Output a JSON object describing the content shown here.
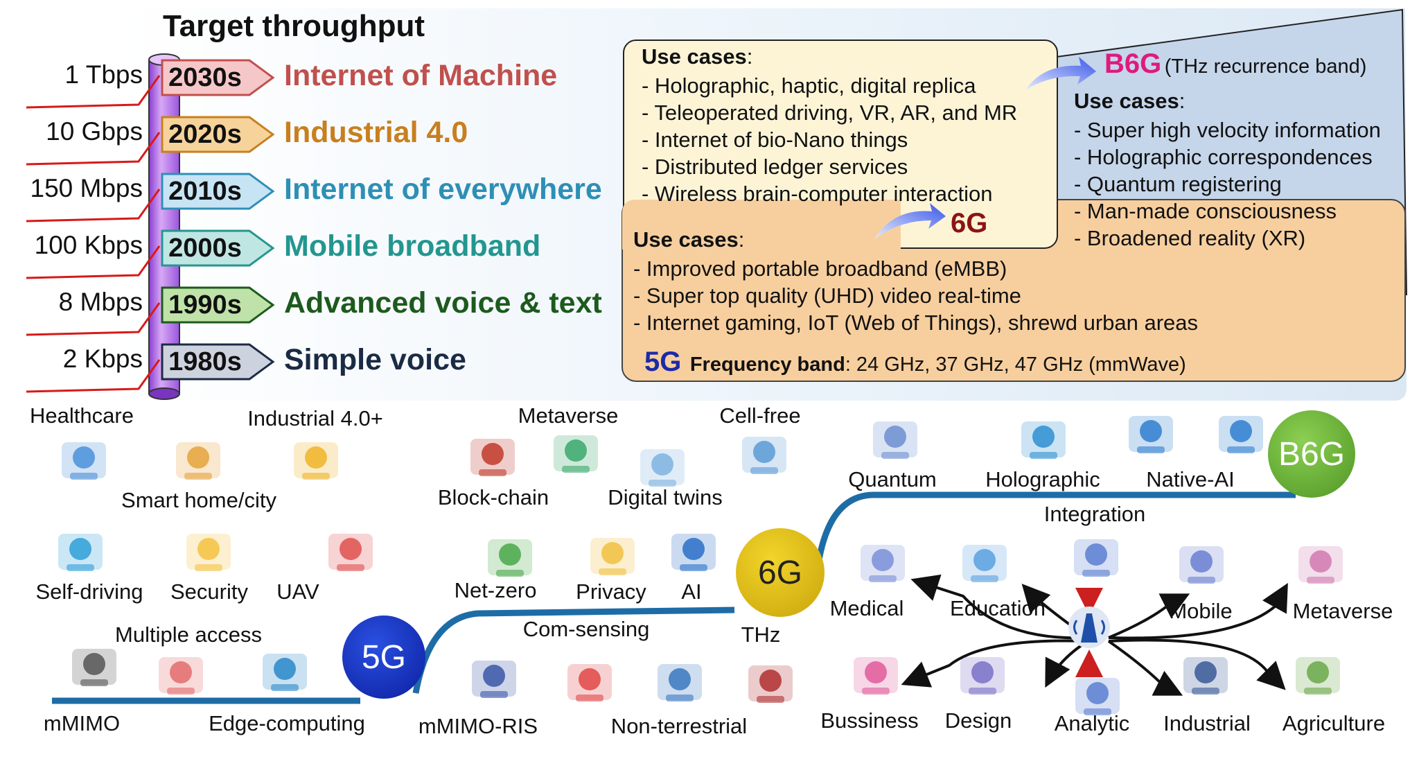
{
  "title": "Target throughput",
  "timeline": [
    {
      "throughput": "1 Tbps",
      "decade": "2030s",
      "era": "Internet of Machine",
      "color": "#c0504d"
    },
    {
      "throughput": "10 Gbps",
      "decade": "2020s",
      "era": "Industrial 4.0",
      "color": "#c87f1f"
    },
    {
      "throughput": "150 Mbps",
      "decade": "2010s",
      "era": "Internet of everywhere",
      "color": "#2e8fb5"
    },
    {
      "throughput": "100 Kbps",
      "decade": "2000s",
      "era": "Mobile broadband",
      "color": "#23968f"
    },
    {
      "throughput": "8 Mbps",
      "decade": "1990s",
      "era": "Advanced voice & text",
      "color": "#1d5a1d"
    },
    {
      "throughput": "2 Kbps",
      "decade": "1980s",
      "era": "Simple voice",
      "color": "#1b2b44"
    }
  ],
  "six_g_box": {
    "heading": "Use cases",
    "heading_suffix": ":",
    "items": [
      "- Holographic, haptic, digital replica",
      "- Teleoperated driving, VR, AR, and MR",
      "- Internet of bio-Nano things",
      "- Distributed ledger services",
      "- Wireless brain-computer interaction"
    ],
    "tag": "6G"
  },
  "five_g_box": {
    "heading": "Use cases",
    "heading_suffix": ":",
    "items": [
      "- Improved portable broadband (eMBB)",
      "- Super top quality (UHD) video real-time",
      "- Internet gaming, IoT (Web of Things), shrewd urban areas"
    ],
    "tag": "5G",
    "band_label": "Frequency band",
    "band_value": ": 24 GHz, 37 GHz, 47 GHz (mmWave)"
  },
  "b6g_box": {
    "tag": "B6G",
    "tag_suffix": "(THz recurrence band)",
    "heading": "Use cases",
    "heading_suffix": ":",
    "items": [
      "- Super high velocity information",
      "- Holographic correspondences",
      "- Quantum registering",
      "- Man-made consciousness",
      "- Broadened reality (XR)"
    ]
  },
  "nodes": {
    "five_g": "5G",
    "six_g": "6G",
    "b6g": "B6G"
  },
  "icons_5g": {
    "healthcare": "Healthcare",
    "smart_home": "Smart home/city",
    "industrial": "Industrial 4.0+",
    "self_driving": "Self-driving",
    "security": "Security",
    "uav": "UAV",
    "multiple_access": "Multiple access",
    "mmimo": "mMIMO",
    "edge_computing": "Edge-computing"
  },
  "icons_6g": {
    "metaverse": "Metaverse",
    "cell_free": "Cell-free",
    "block_chain": "Block-chain",
    "digital_twins": "Digital twins",
    "net_zero": "Net-zero",
    "privacy": "Privacy",
    "ai": "AI",
    "com_sensing": "Com-sensing",
    "thz": "THz",
    "mmimo_ris": "mMIMO-RIS",
    "non_terrestrial": "Non-terrestrial"
  },
  "icons_b6g": {
    "quantum": "Quantum",
    "holographic": "Holographic",
    "native_ai": "Native-AI",
    "integration": "Integration",
    "medical": "Medical",
    "education": "Education",
    "mobile": "Mobile",
    "metaverse": "Metaverse",
    "bussiness": "Bussiness",
    "design": "Design",
    "analytic": "Analytic",
    "industrial": "Industrial",
    "agriculture": "Agriculture"
  }
}
